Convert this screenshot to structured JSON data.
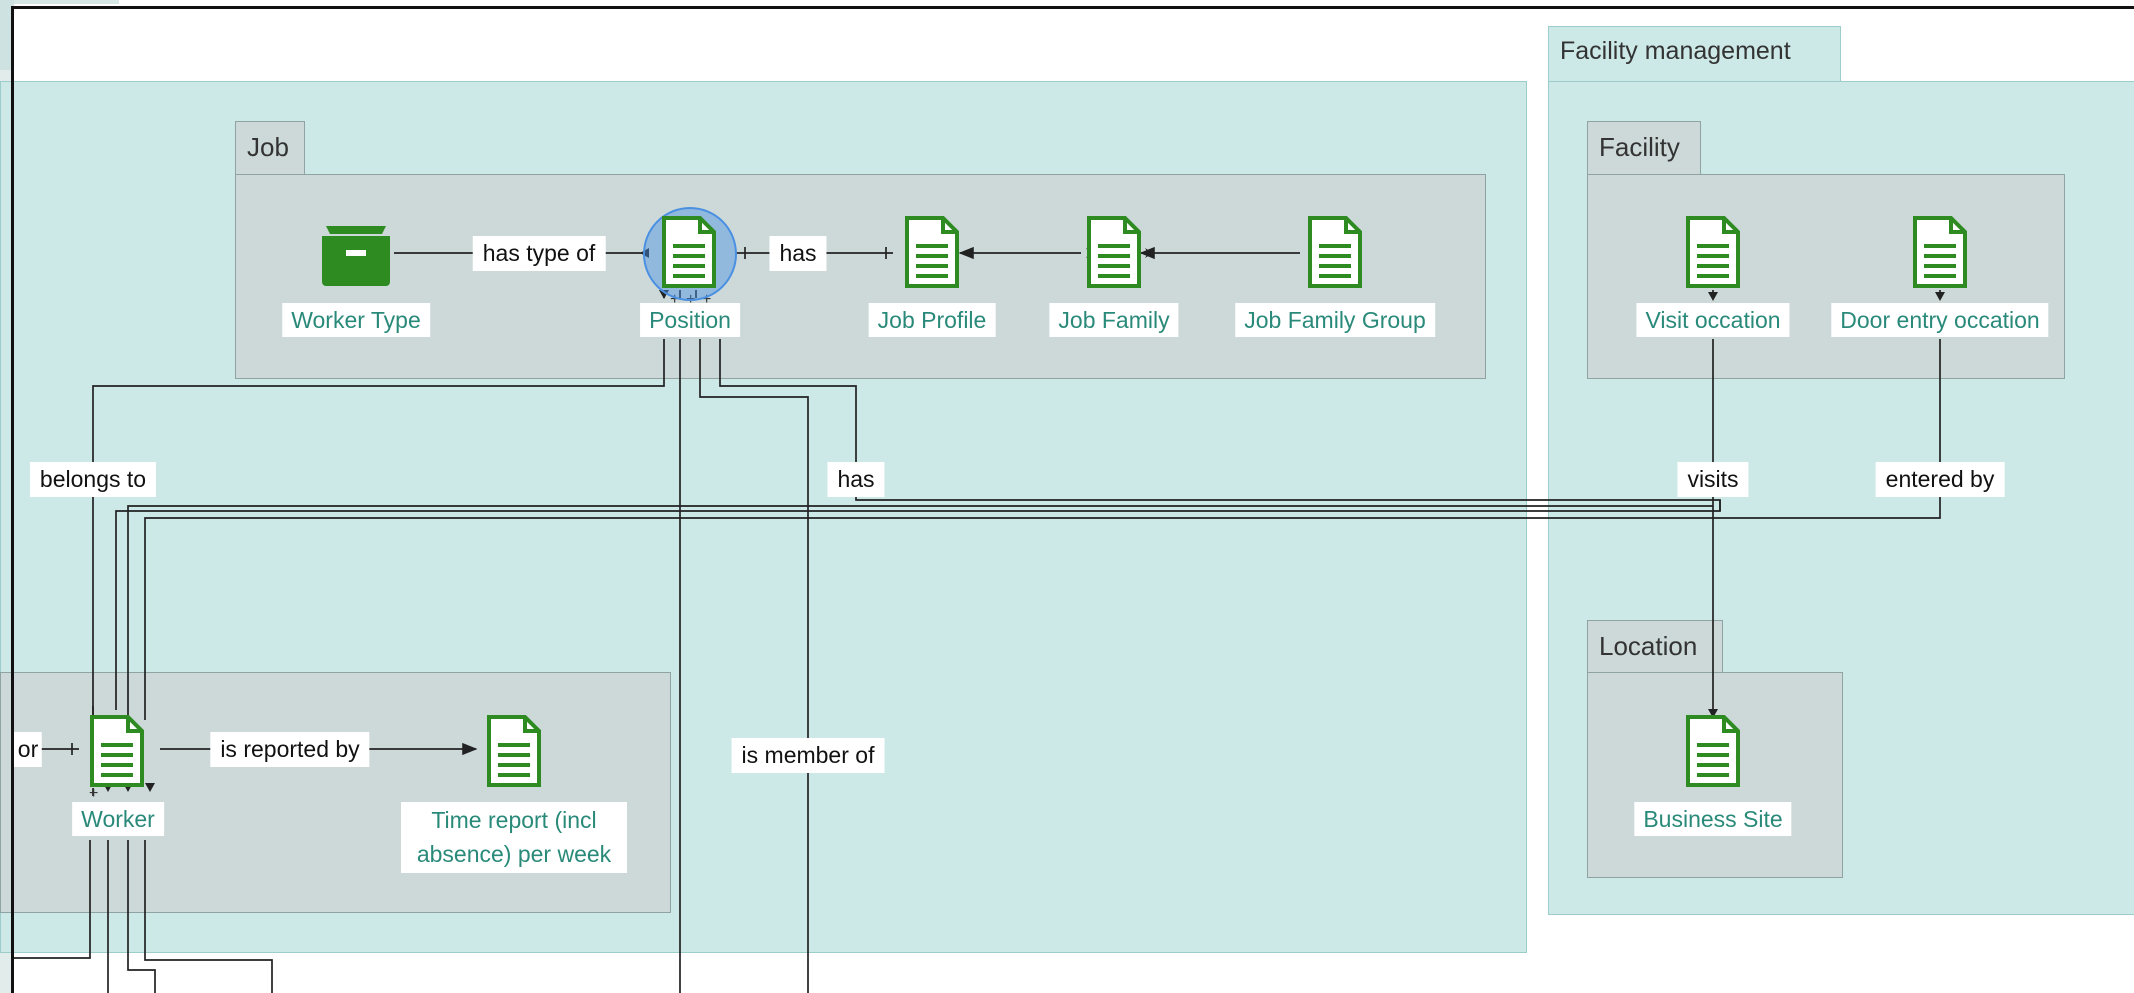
{
  "groups": {
    "main": {
      "label": ""
    },
    "facility_management": {
      "label": "Facility management"
    }
  },
  "subgroups": {
    "job": {
      "label": "Job"
    },
    "facility": {
      "label": "Facility"
    },
    "location": {
      "label": "Location"
    },
    "worker_group": {
      "label": ""
    }
  },
  "nodes": {
    "worker_type": "Worker Type",
    "position": "Position",
    "job_profile": "Job Profile",
    "job_family": "Job Family",
    "job_family_group": "Job Family Group",
    "visit_occation": "Visit occation",
    "door_entry_occation": "Door entry occation",
    "business_site": "Business Site",
    "worker": "Worker",
    "time_report_line1": "Time report (incl",
    "time_report_line2": "absence) per week"
  },
  "edges": {
    "has_type_of": "has type of",
    "position_has": "has",
    "belongs_to": "belongs to",
    "has": "has",
    "visits": "visits",
    "entered_by": "entered by",
    "is_reported_by": "is reported by",
    "is_member_of": "is member of",
    "or_fragment": "or"
  },
  "icons": {
    "document": "document-icon",
    "archive": "archive-box-icon"
  },
  "colors": {
    "group_fill": "#cce8e7",
    "subgroup_fill": "#cdd9d9",
    "icon_green": "#2e8b22",
    "label_teal": "#2a8a7a",
    "selection": "#4a90e2"
  }
}
